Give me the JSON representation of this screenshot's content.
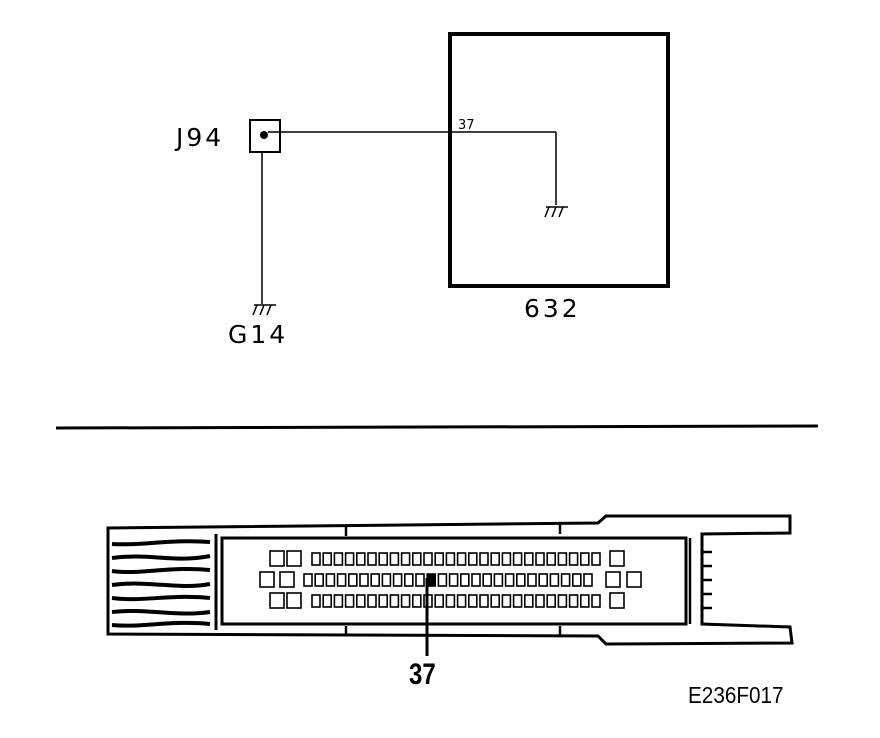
{
  "schematic": {
    "connector_label": "J94",
    "ground_label": "G14",
    "module_label": "632",
    "pin_label": "37"
  },
  "connector_view": {
    "pin_callout": "37"
  },
  "figure_id": "E236F017"
}
